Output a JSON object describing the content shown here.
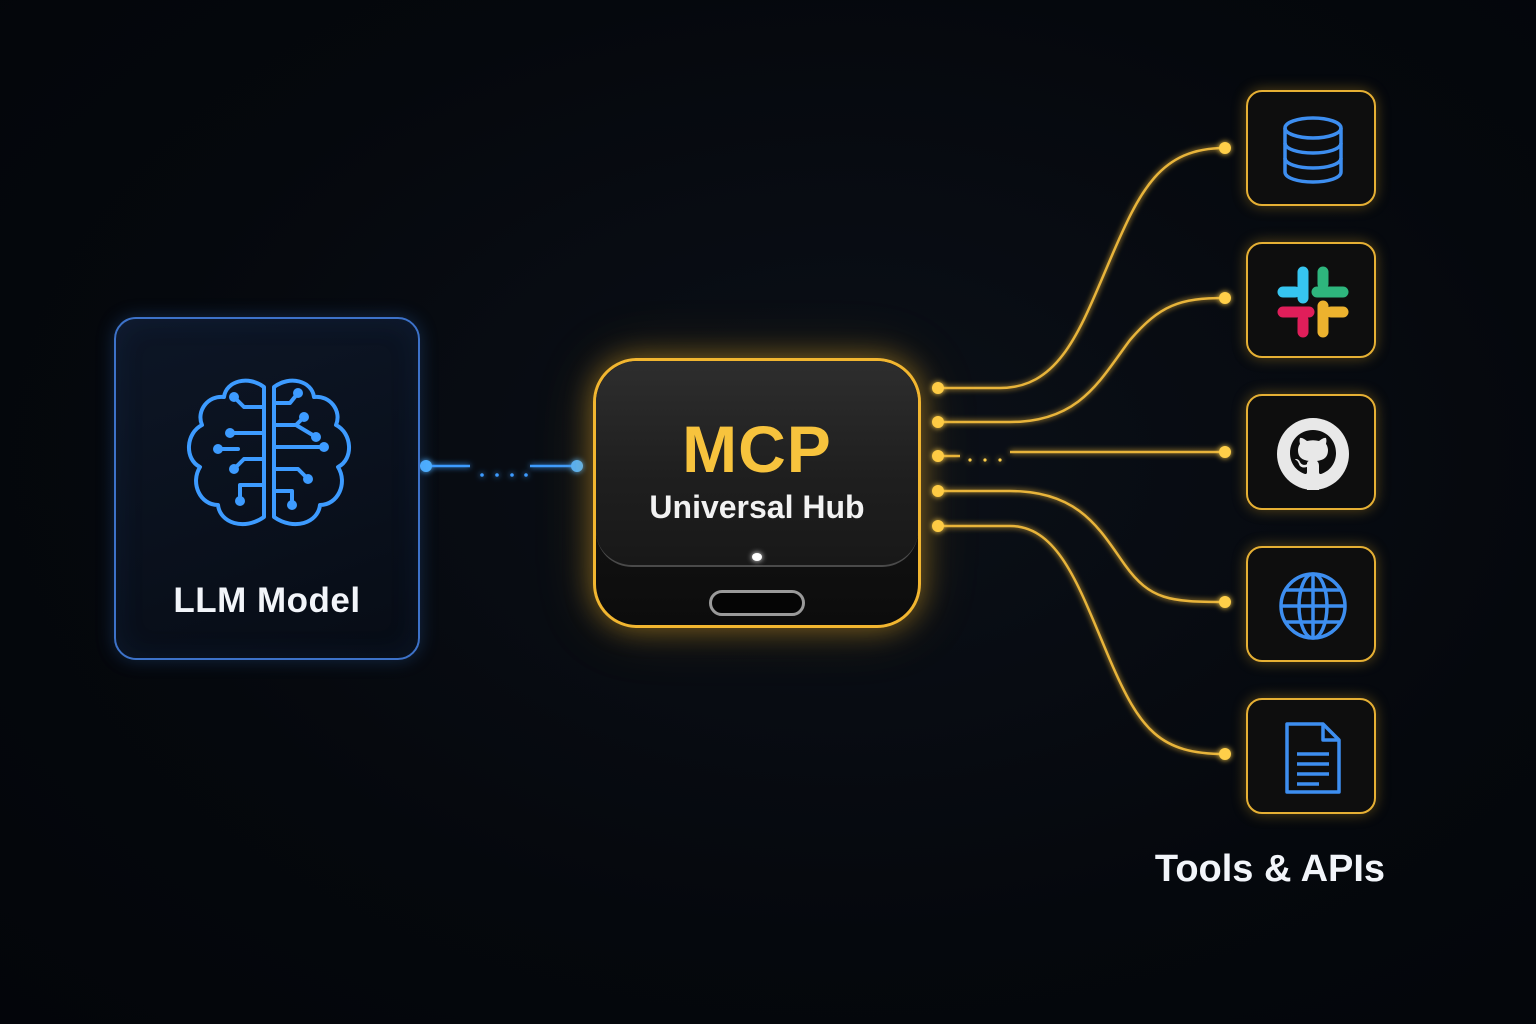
{
  "llm": {
    "label": "LLM Model",
    "icon": "brain-circuit-icon"
  },
  "hub": {
    "title": "MCP",
    "subtitle": "Universal Hub"
  },
  "tools": {
    "label": "Tools & APIs",
    "items": [
      {
        "icon": "database-icon"
      },
      {
        "icon": "slack-icon"
      },
      {
        "icon": "github-icon"
      },
      {
        "icon": "globe-icon"
      },
      {
        "icon": "document-icon"
      }
    ]
  },
  "colors": {
    "background": "#05080d",
    "llm_accent": "#3d8ef0",
    "hub_accent": "#f2b630",
    "text": "#f2f5fa"
  }
}
